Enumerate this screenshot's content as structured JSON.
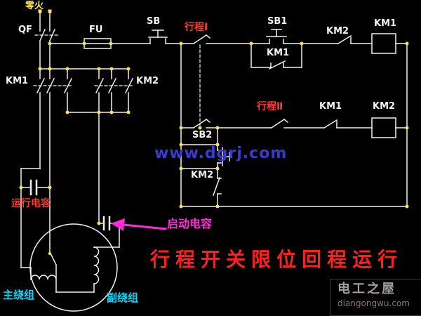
{
  "labels": {
    "power": "零火",
    "qf": "QF",
    "fu": "FU",
    "sb": "SB",
    "limit1": "行程Ⅰ",
    "sb1": "SB1",
    "km2_interlock": "KM2",
    "km1_coil": "KM1",
    "km1_selfhold": "KM1",
    "km1_main": "KM1",
    "km2_main": "KM2",
    "limit2": "行程Ⅱ",
    "km1_interlock": "KM1",
    "km2_coil": "KM2",
    "sb2": "SB2",
    "km2_selfhold": "KM2",
    "run_capacitor": "运行电容",
    "start_capacitor": "启动电容",
    "main_winding": "主绕组",
    "aux_winding": "副绕组"
  },
  "title": "行程开关限位回程运行",
  "watermarks": {
    "center": "www.dgrj.com",
    "site_name": "电工之屋",
    "site_url": "diangongwu.com"
  },
  "colors": {
    "background": "#000000",
    "wire": "#f0f0f0",
    "junction_dot": "#ffe24a",
    "red_label": "#ff3b30",
    "magenta_label": "#ff2bd6",
    "cyan_label": "#00dcff",
    "yellow_label": "#ffe24a",
    "title_red": "#ff1f1f",
    "watermark_blue": "#3a3ace",
    "brand_gray": "#a0a0a0"
  }
}
